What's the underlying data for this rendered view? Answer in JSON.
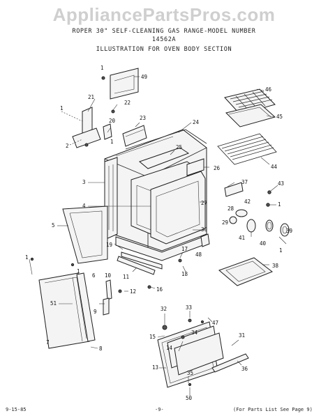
{
  "watermark": "AppliancePartsPros.com",
  "header": {
    "line1": "ROPER 30\" SELF-CLEANING GAS RANGE-MODEL NUMBER",
    "line2": "14562A",
    "line3": "ILLUSTRATION FOR OVEN BODY SECTION"
  },
  "callouts": {
    "c1": "1",
    "c2": "2",
    "c3": "3",
    "c4": "4",
    "c5": "5",
    "c6": "6",
    "c7": "7",
    "c8": "8",
    "c9": "9",
    "c10": "10",
    "c11": "11",
    "c12": "12",
    "c13": "13",
    "c14": "14",
    "c15": "15",
    "c16": "16",
    "c17": "17",
    "c18": "18",
    "c19": "19",
    "c20": "20",
    "c21": "21",
    "c22": "22",
    "c23": "23",
    "c24": "24",
    "c25": "25",
    "c26": "26",
    "c27": "27",
    "c28": "28",
    "c29": "29",
    "c30": "30",
    "c31": "31",
    "c32": "32",
    "c33": "33",
    "c34": "34",
    "c35": "35",
    "c36": "36",
    "c37": "37",
    "c38": "38",
    "c39": "39",
    "c40": "40",
    "c41": "41",
    "c42": "42",
    "c43": "43",
    "c44": "44",
    "c45": "45",
    "c46": "46",
    "c47": "47",
    "c48": "48",
    "c49": "49",
    "c50": "50",
    "c51": "51"
  },
  "footer": {
    "date": "9-15-85",
    "page": "-9-",
    "note": "(For Parts List See Page 9)"
  }
}
